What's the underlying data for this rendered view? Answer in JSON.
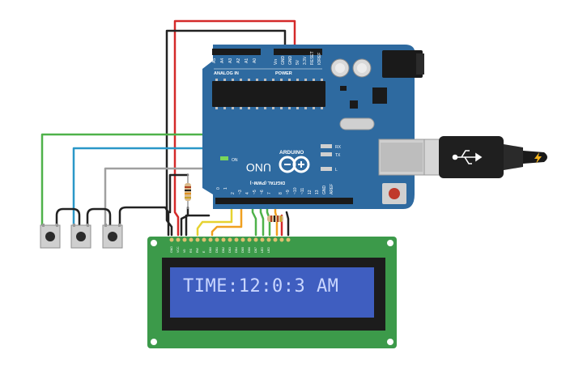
{
  "board": {
    "model": "UNO",
    "brand": "ARDUINO",
    "header_analog": "ANALOG IN",
    "header_power": "POWER",
    "header_digital": "DIGITAL (PWM~)",
    "analog_pins": [
      "A5",
      "A4",
      "A3",
      "A2",
      "A1",
      "A0"
    ],
    "power_pins": [
      "Vin",
      "GND",
      "GND",
      "5V",
      "3.3V",
      "RESET",
      "IOREF"
    ],
    "digital_pins": [
      "0",
      "1",
      "2",
      "~3",
      "4",
      "~5",
      "~6",
      "7",
      "8",
      "~9",
      "~10",
      "~11",
      "12",
      "13",
      "GND",
      "AREF"
    ],
    "led_labels": [
      "RX",
      "TX",
      "L"
    ],
    "on_label": "ON"
  },
  "lcd": {
    "display_text": "TIME:12:0:3 AM",
    "pin_labels": [
      "GND",
      "VCC",
      "V0",
      "RS",
      "RW",
      "E",
      "DB0",
      "DB1",
      "DB2",
      "DB3",
      "DB4",
      "DB5",
      "DB6",
      "DB7",
      "LED",
      "LED"
    ]
  },
  "buttons": [
    {
      "id": "button-1"
    },
    {
      "id": "button-2"
    },
    {
      "id": "button-3"
    }
  ],
  "colors": {
    "board": "#2e6aa0",
    "lcd_pcb": "#3c9a4a",
    "lcd_screen": "#3f5ec0",
    "lcd_text": "#c9d6ff",
    "wire_red": "#d42a2a",
    "wire_black": "#222222",
    "wire_green": "#4fb24a",
    "wire_blue": "#2a97c8",
    "wire_gray": "#a0a0a0",
    "wire_orange": "#f0a020",
    "wire_yellow": "#e6d230"
  }
}
